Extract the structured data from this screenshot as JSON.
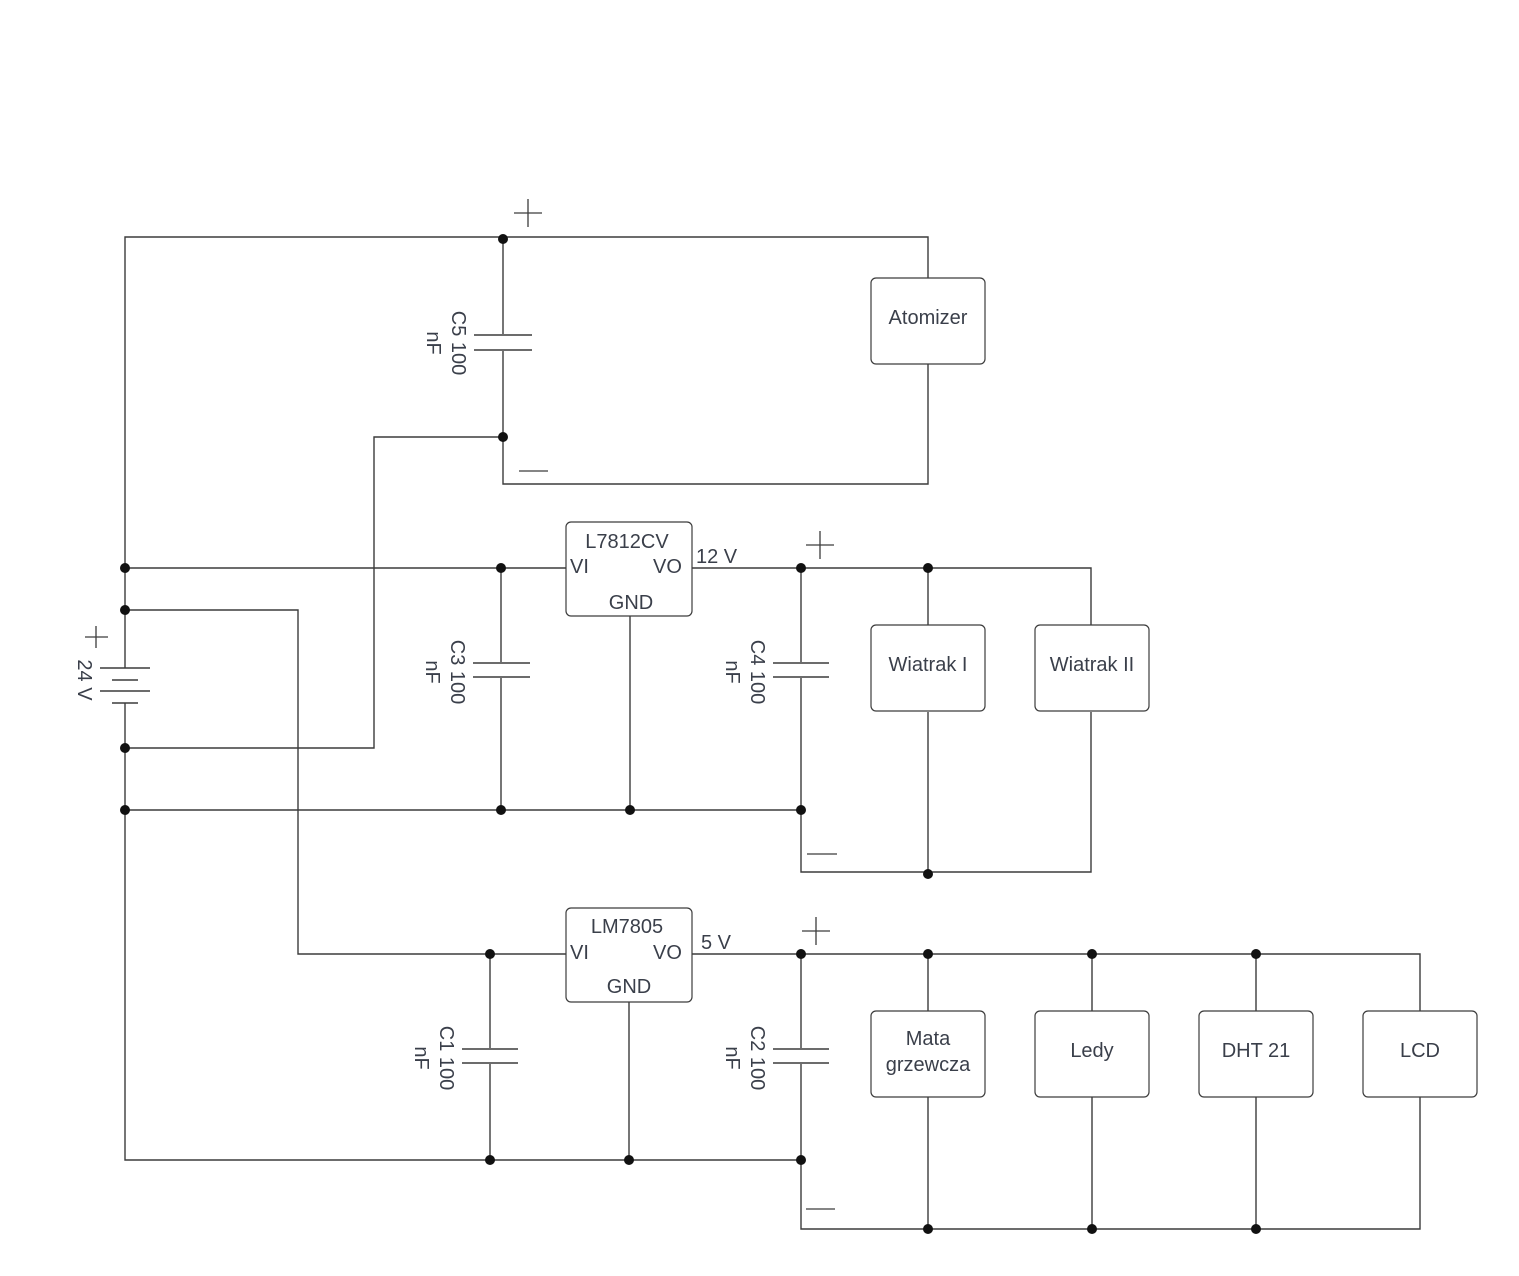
{
  "battery": {
    "label": "24 V"
  },
  "capacitors": {
    "c1": {
      "label_top": "C1 100",
      "label_bottom": "nF"
    },
    "c2": {
      "label_top": "C2 100",
      "label_bottom": "nF"
    },
    "c3": {
      "label_top": "C3 100",
      "label_bottom": "nF"
    },
    "c4": {
      "label_top": "C4 100",
      "label_bottom": "nF"
    },
    "c5": {
      "label_top": "C5 100",
      "label_bottom": "nF"
    }
  },
  "regulators": {
    "r12": {
      "name": "L7812CV",
      "vi": "VI",
      "vo": "VO",
      "gnd": "GND",
      "output": "12 V"
    },
    "r5": {
      "name": "LM7805",
      "vi": "VI",
      "vo": "VO",
      "gnd": "GND",
      "output": "5 V"
    }
  },
  "loads": {
    "atomizer": "Atomizer",
    "wiatrak1": "Wiatrak I",
    "wiatrak2": "Wiatrak II",
    "mata_line1": "Mata",
    "mata_line2": "grzewcza",
    "ledy": "Ledy",
    "dht": "DHT 21",
    "lcd": "LCD"
  }
}
